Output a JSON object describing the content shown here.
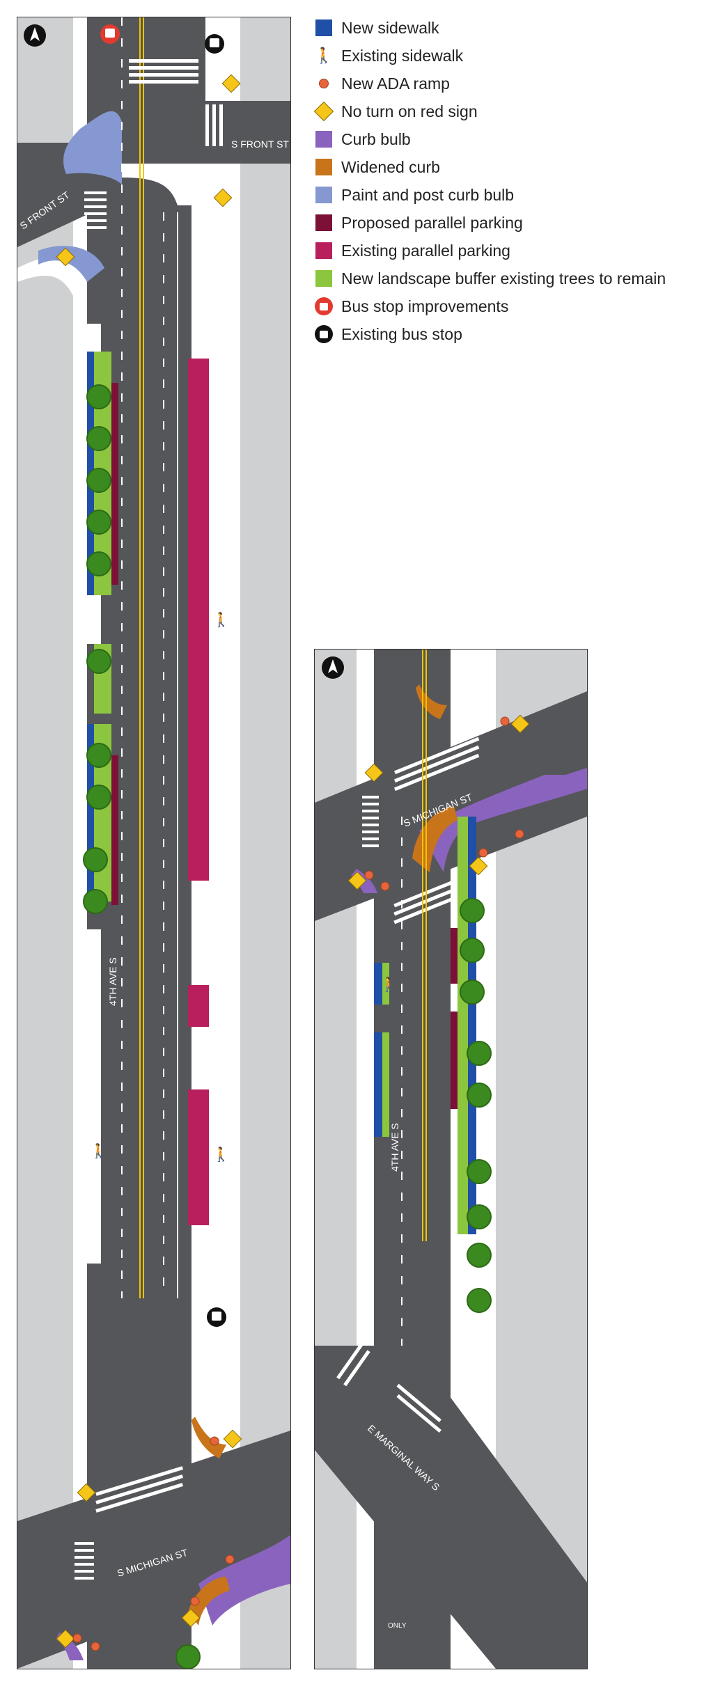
{
  "legend": {
    "items": [
      {
        "label": "New sidewalk",
        "icon": "square",
        "color": "#1f4fa6"
      },
      {
        "label": "Existing sidewalk",
        "icon": "pedestrian",
        "color": "#111111"
      },
      {
        "label": "New ADA ramp",
        "icon": "dot",
        "color": "#e8643a"
      },
      {
        "label": "No turn on red sign",
        "icon": "diamond",
        "color": "#f5c518"
      },
      {
        "label": "Curb bulb",
        "icon": "square",
        "color": "#8a63be"
      },
      {
        "label": "Widened curb",
        "icon": "square",
        "color": "#c8741a"
      },
      {
        "label": "Paint and post curb bulb",
        "icon": "square",
        "color": "#8598d1"
      },
      {
        "label": "Proposed parallel parking",
        "icon": "square",
        "color": "#7c1037"
      },
      {
        "label": "Existing parallel parking",
        "icon": "square",
        "color": "#b81f5c"
      },
      {
        "label": "New landscape buffer existing trees to remain",
        "icon": "square",
        "color": "#8cc63f"
      },
      {
        "label": "Bus stop improvements",
        "icon": "bus-red",
        "color": "#e23a2e"
      },
      {
        "label": "Existing bus stop",
        "icon": "bus-black",
        "color": "#111111"
      }
    ]
  },
  "map1": {
    "streets": {
      "front_upper": "S FRONT ST",
      "front_lower": "S FRONT ST",
      "avenue": "4TH AVE S",
      "michigan": "S MICHIGAN ST"
    }
  },
  "map2": {
    "streets": {
      "michigan": "S MICHIGAN ST",
      "avenue": "4TH AVE S",
      "marginal": "E MARGINAL WAY S"
    },
    "markings": {
      "only": "ONLY"
    }
  },
  "colors": {
    "road": "#555659",
    "sidewalk": "#ffffff",
    "building": "#cfd0d2",
    "yellow_line": "#f2c400"
  }
}
